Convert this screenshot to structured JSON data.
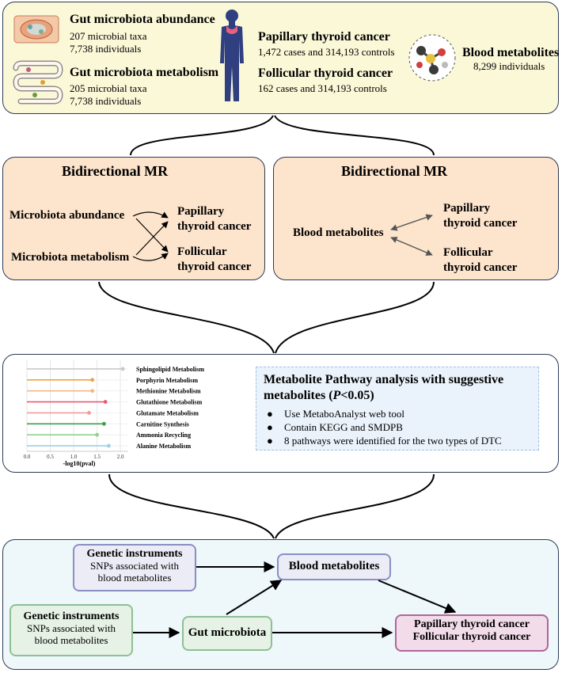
{
  "top": {
    "abundance": {
      "title": "Gut microbiota abundance",
      "line1": "207 microbial taxa",
      "line2": "7,738 individuals"
    },
    "metabolism": {
      "title": "Gut microbiota metabolism",
      "line1": "205 microbial taxa",
      "line2": "7,738 individuals"
    },
    "ptc": {
      "title": "Papillary thyroid cancer",
      "line1": "1,472 cases and 314,193 controls"
    },
    "ftc": {
      "title": "Follicular thyroid cancer",
      "line1": "162 cases and 314,193 controls"
    },
    "blood": {
      "title": "Blood metabolites",
      "line1": "8,299 individuals"
    }
  },
  "mr_left": {
    "title": "Bidirectional MR",
    "abundance": "Microbiota abundance",
    "metabolism": "Microbiota metabolism",
    "ptc1": "Papillary",
    "ptc2": "thyroid cancer",
    "ftc1": "Follicular",
    "ftc2": "thyroid cancer"
  },
  "mr_right": {
    "title": "Bidirectional MR",
    "blood": "Blood metabolites",
    "ptc1": "Papillary",
    "ptc2": "thyroid cancer",
    "ftc1": "Follicular",
    "ftc2": "thyroid cancer"
  },
  "pathway": {
    "title1": "Metabolite Pathway analysis with suggestive",
    "title2_pre": "metabolites (",
    "title2_p": "P",
    "title2_post": "<0.05)",
    "bullets": [
      "Use MetaboAnalyst web tool",
      "Contain KEGG and SMDPB",
      "8 pathways were identified for the two types of DTC"
    ]
  },
  "chart_data": {
    "type": "bar",
    "xlabel": "-log10(pval)",
    "ylabel": "",
    "title": "",
    "xlim": [
      0,
      2.1
    ],
    "xticks": [
      "0.0",
      "0.5",
      "1.0",
      "1.5",
      "2.0"
    ],
    "categories": [
      "Sphingolipid Metabolism",
      "Porphyrin Metabolism",
      "Methionine Metabolism",
      "Glutathione Metabolism",
      "Glutamate Metabolism",
      "Carnitine Synthesis",
      "Ammonia Recycling",
      "Alanine Metabolism"
    ],
    "values": [
      2.05,
      1.4,
      1.4,
      1.68,
      1.33,
      1.65,
      1.5,
      1.75
    ],
    "colors": [
      "#c8c8c8",
      "#f0a040",
      "#f5b880",
      "#e85a70",
      "#f29b9b",
      "#3aa048",
      "#90d090",
      "#9fcfe8"
    ],
    "grid": true
  },
  "bottom": {
    "gen1": {
      "title": "Genetic instruments",
      "line1": "SNPs associated with",
      "line2": "blood metabolites"
    },
    "gen2": {
      "title": "Genetic instruments",
      "line1": "SNPs associated with",
      "line2": "blood metabolites"
    },
    "blood": "Blood metabolites",
    "gut": "Gut microbiota",
    "outcome1": "Papillary thyroid cancer",
    "outcome2": "Follicular thyroid cancer"
  },
  "colors": {
    "top_bg": "#fbf8d8",
    "mr_bg": "#fde4cc",
    "bottom_bg": "#eef7fa",
    "purple_box": "#8a8fc4",
    "green_box": "#8fbf95",
    "outcome_box": "#b0669a",
    "bullet_box": "#9ec3e6"
  }
}
